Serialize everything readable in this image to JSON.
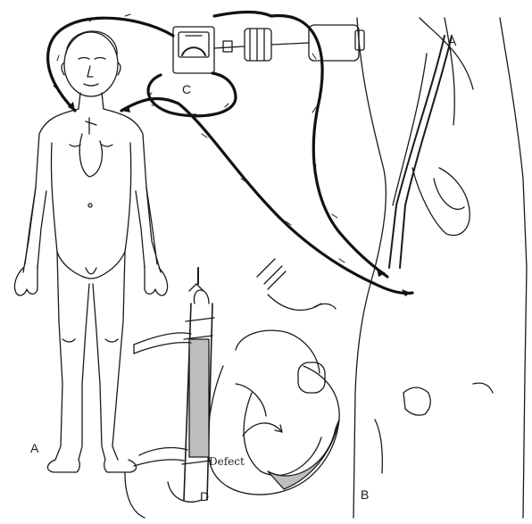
{
  "labels": {
    "panel_a_left": "A",
    "panel_a_top": "A",
    "panel_b": "B",
    "panel_c": "C",
    "panel_d": "D",
    "defect": "Defect"
  },
  "colors": {
    "ink": "#1a1a1a",
    "tube": "#111111",
    "skin": "#ffffff",
    "shade": "#bdbdbd"
  }
}
